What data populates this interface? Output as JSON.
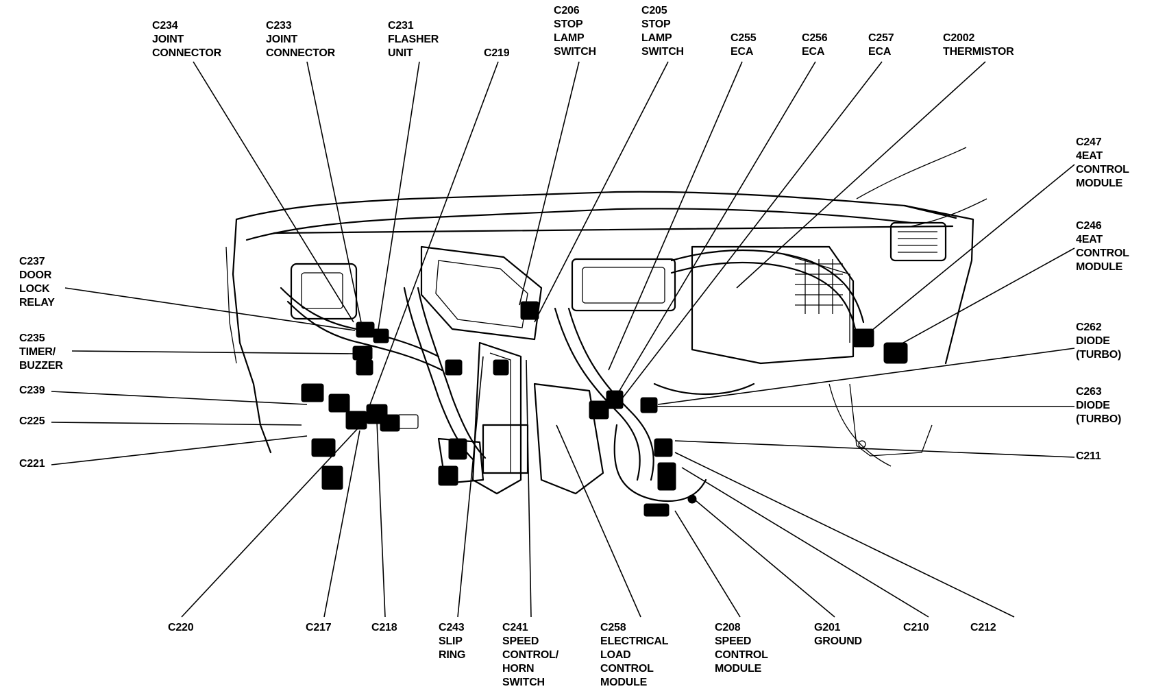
{
  "colors": {
    "ink": "#000000",
    "paper": "#ffffff"
  },
  "labels": {
    "c234": [
      "C234",
      "JOINT",
      "CONNECTOR"
    ],
    "c233": [
      "C233",
      "JOINT",
      "CONNECTOR"
    ],
    "c231": [
      "C231",
      "FLASHER",
      "UNIT"
    ],
    "c219": [
      "C219"
    ],
    "c206_stop": [
      "C206",
      "STOP",
      "LAMP",
      "SWITCH"
    ],
    "c205": [
      "C205",
      "STOP",
      "LAMP",
      "SWITCH"
    ],
    "c255": [
      "C255",
      "ECA"
    ],
    "c256": [
      "C256",
      "ECA"
    ],
    "c257": [
      "C257",
      "ECA"
    ],
    "c2002": [
      "C2002",
      "THERMISTOR"
    ],
    "c247": [
      "C247",
      "4EAT",
      "CONTROL",
      "MODULE"
    ],
    "c246": [
      "C246",
      "4EAT",
      "CONTROL",
      "MODULE"
    ],
    "c262": [
      "C262",
      "DIODE",
      "(TURBO)"
    ],
    "c263": [
      "C263",
      "DIODE",
      "(TURBO)"
    ],
    "c211": [
      "C211"
    ],
    "c237": [
      "C237",
      "DOOR",
      "LOCK",
      "RELAY"
    ],
    "c235": [
      "C235",
      "TIMER/",
      "BUZZER"
    ],
    "c239": [
      "C239"
    ],
    "c225": [
      "C225"
    ],
    "c221": [
      "C221"
    ],
    "c220": [
      "C220"
    ],
    "c217": [
      "C217"
    ],
    "c218": [
      "C218"
    ],
    "c243": [
      "C243",
      "SLIP",
      "RING"
    ],
    "c241": [
      "C241",
      "SPEED",
      "CONTROL/",
      "HORN",
      "SWITCH"
    ],
    "c258": [
      "C258",
      "ELECTRICAL",
      "LOAD",
      "CONTROL",
      "MODULE"
    ],
    "c208": [
      "C208",
      "SPEED",
      "CONTROL",
      "MODULE"
    ],
    "g201": [
      "G201",
      "GROUND"
    ],
    "c210": [
      "C210"
    ],
    "c212": [
      "C212"
    ]
  }
}
